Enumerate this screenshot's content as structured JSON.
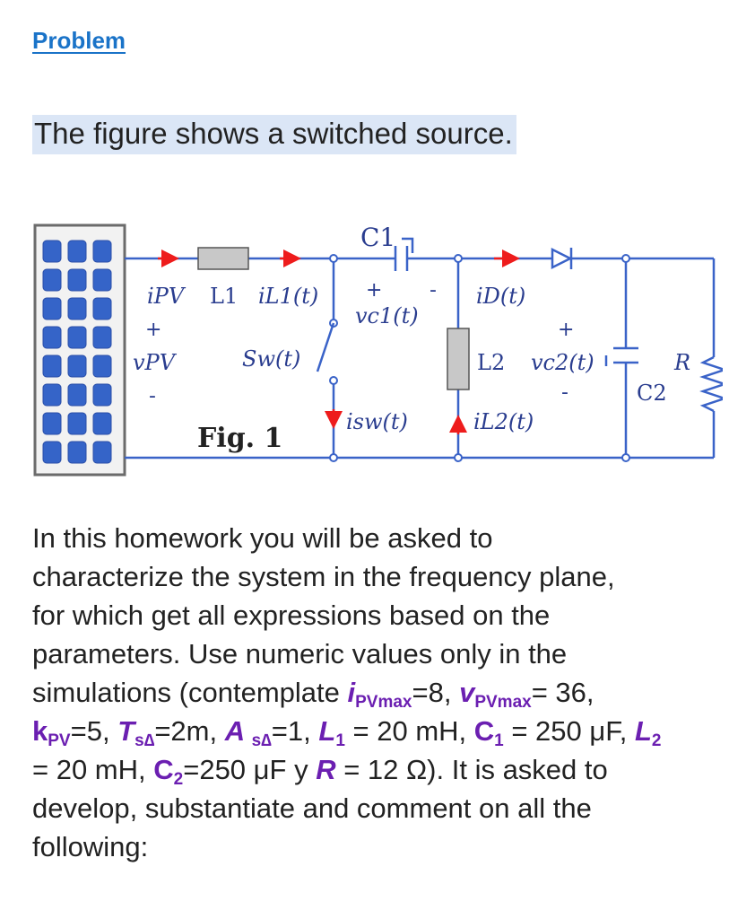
{
  "header": {
    "problem_label": "Problem"
  },
  "intro": {
    "text": "The figure shows a switched source."
  },
  "figure": {
    "caption": "Fig. 1",
    "labels": {
      "c1": "C1",
      "plus1": "+",
      "minus1": "-",
      "vc1": "vc1(t)",
      "ipv": "iPV",
      "l1": "L1",
      "il1": "iL1(t)",
      "plus_pv": "+",
      "vpv": "vPV",
      "minus_pv": "-",
      "sw": "Sw(t)",
      "id": "iD(t)",
      "l2": "L2",
      "plus2": "+",
      "vc2": "vc2(t)",
      "minus2": "-",
      "c2": "C2",
      "r": "R",
      "isw": "isw(t)",
      "il2": "iL2(t)"
    },
    "colors": {
      "wire": "#3a63c8",
      "arrow": "#ee1c1c",
      "component": "#c8c8c8",
      "panel": "#3564c8"
    }
  },
  "body": {
    "line1": "In this homework you will be asked to",
    "line2": "characterize the system in the frequency plane,",
    "line3": "for which get all expressions based on the",
    "line4": "parameters. Use numeric values only in the",
    "line5_pre": "simulations (contemplate ",
    "ipv_sym": "i",
    "ipv_sub": "PVmax",
    "ipv_val": "=8, ",
    "vpv_sym": "v",
    "vpv_sub": "PVmax",
    "vpv_val": "= 36,",
    "kpv_sym": "k",
    "kpv_sub": "PV",
    "kpv_val": "=5, ",
    "ts_sym": "T",
    "ts_sub": "s∆",
    "ts_val": "=2m, ",
    "as_sym": "A ",
    "as_sub": "s∆",
    "as_val": "=1, ",
    "l1_sym": "L",
    "l1_sub": "1",
    "l1_val": " = 20 mH, ",
    "c1_sym": "C",
    "c1_sub": "1",
    "c1_val": " = 250 μF, ",
    "l2_sym": "L",
    "l2_sub": "2",
    "line7_pre": "= 20 mH, ",
    "c2_sym": "C",
    "c2_sub": "2",
    "c2_val": "=250 μF y ",
    "r_sym": "R",
    "r_val": " = 12 Ω). It is asked to",
    "line8": "develop, substantiate and comment on all the",
    "line9": "following:"
  }
}
